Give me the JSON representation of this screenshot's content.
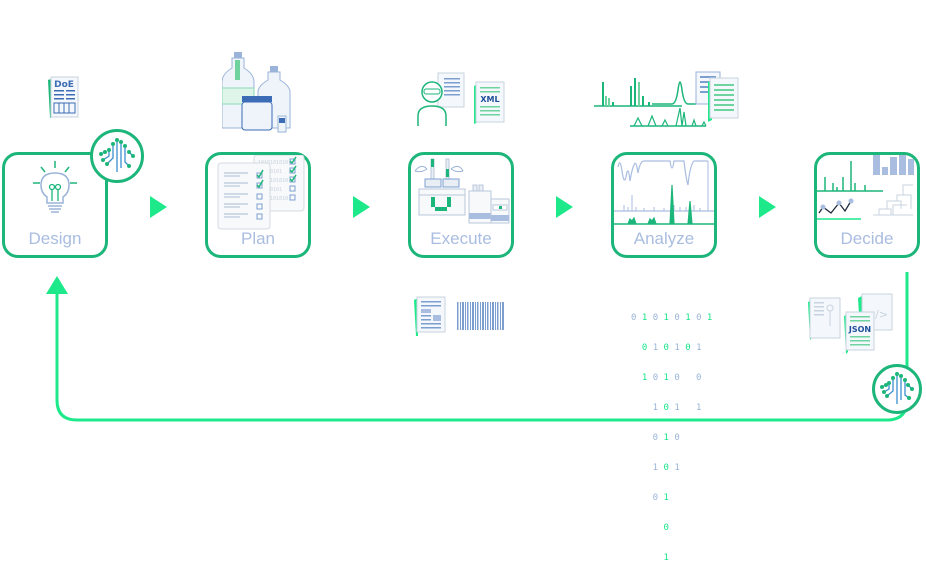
{
  "diagram": {
    "title": "",
    "colors": {
      "accent_green": "#1db67a",
      "arrow_green": "#1de98b",
      "label_blue": "#a9bde0",
      "line_blue": "#9ab3d8"
    },
    "stages": [
      {
        "id": "design",
        "label": "Design",
        "icon": "lightbulb-icon"
      },
      {
        "id": "plan",
        "label": "Plan",
        "icon": "checklist-documents-icon"
      },
      {
        "id": "execute",
        "label": "Execute",
        "icon": "lab-instruments-icon"
      },
      {
        "id": "analyze",
        "label": "Analyze",
        "icon": "spectra-icon"
      },
      {
        "id": "decide",
        "label": "Decide",
        "icon": "charts-decision-icon"
      }
    ],
    "top_artifacts": {
      "design": {
        "doc_label": "DoE",
        "icon": "doe-document-icon"
      },
      "plan": {
        "icon": "reagent-bottles-icon"
      },
      "execute": {
        "doc_label": "XML",
        "icon": "scientist-with-xml-document-icon"
      },
      "analyze": {
        "icon": "spectra-and-reports-icon"
      }
    },
    "bottom_artifacts": {
      "execute": {
        "icon": "document-and-barcode-icon"
      },
      "analyze": {
        "icon": "binary-data-icon",
        "binary_rows": [
          "0 1 0 1 0 1 0 1",
          "  0 1 0 1 0 1  ",
          "  1 0 1 0   0  ",
          "    1 0 1   1  ",
          "    0 1 0      ",
          "    1 0 1      ",
          "    0 1        ",
          "      0        ",
          "      1        "
        ]
      },
      "decide": {
        "doc_label": "JSON",
        "icon": "json-code-documents-icon"
      }
    },
    "ai_badges": [
      "ai-brain-circuit-icon",
      "ai-brain-circuit-icon"
    ],
    "flow": {
      "forward_arrows": 4,
      "feedback_loop": "Decide back to Design"
    }
  }
}
